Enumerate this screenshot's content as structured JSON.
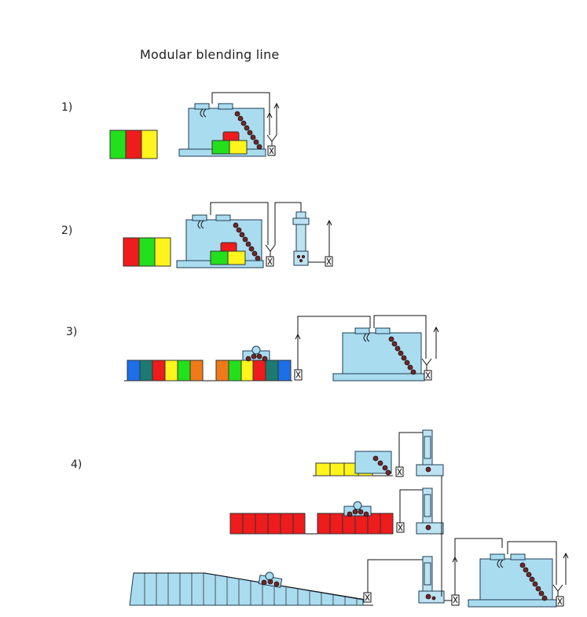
{
  "title": "Modular blending line",
  "steps": [
    {
      "label": "1)"
    },
    {
      "label": "2)"
    },
    {
      "label": "3)"
    },
    {
      "label": "4)"
    }
  ],
  "colors": {
    "green": "#22e01c",
    "red": "#ee1c1c",
    "yellow": "#fff41c",
    "blue": "#1c6fe8",
    "teal": "#1c7a70",
    "orange": "#f07a18",
    "equipment": "#aadcf0",
    "outline": "#1e3c50"
  },
  "step3_sequence": [
    "blue",
    "teal",
    "red",
    "yellow",
    "green",
    "orange",
    "orange",
    "green",
    "yellow",
    "red",
    "teal",
    "blue"
  ]
}
